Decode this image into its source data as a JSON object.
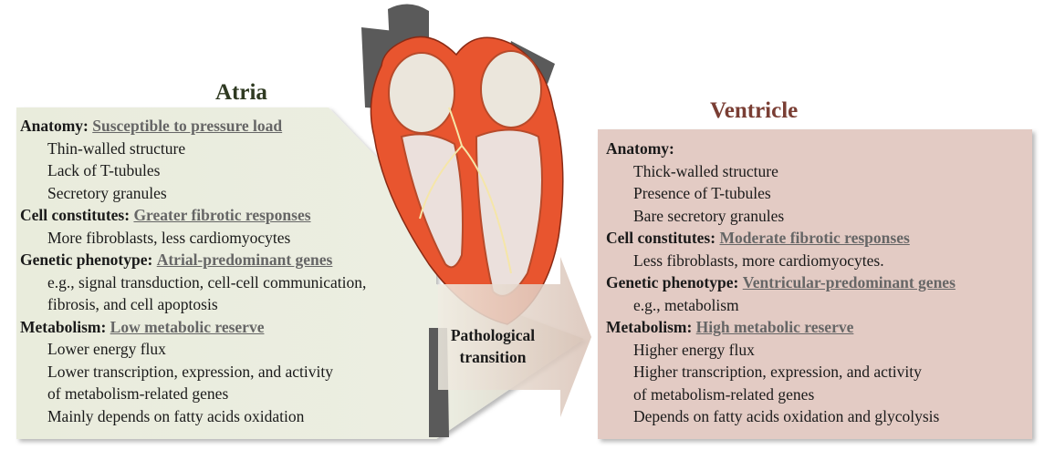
{
  "atria": {
    "title": "Atria",
    "sections": [
      {
        "label": "Anatomy:",
        "highlight": "Susceptible to pressure load",
        "items": [
          "Thin-walled structure",
          "Lack of T-tubules",
          "Secretory granules"
        ]
      },
      {
        "label": "Cell constitutes:",
        "highlight": "Greater fibrotic responses",
        "items": [
          "More fibroblasts, less cardiomyocytes"
        ]
      },
      {
        "label": "Genetic phenotype:",
        "highlight": "Atrial-predominant genes",
        "items": [
          "e.g., signal transduction, cell-cell communication,",
          "fibrosis, and cell apoptosis"
        ]
      },
      {
        "label": "Metabolism:",
        "highlight": "Low metabolic reserve",
        "items": [
          "Lower energy flux",
          "Lower transcription, expression, and activity",
          "of metabolism-related genes",
          "Mainly depends on fatty acids oxidation"
        ]
      }
    ]
  },
  "ventricle": {
    "title": "Ventricle",
    "sections": [
      {
        "label": "Anatomy:",
        "highlight": "",
        "items": [
          "Thick-walled structure",
          "Presence of T-tubules",
          "Bare secretory granules"
        ]
      },
      {
        "label": "Cell constitutes:",
        "highlight": "Moderate fibrotic responses",
        "items": [
          "Less fibroblasts, more cardiomyocytes."
        ]
      },
      {
        "label": "Genetic phenotype:",
        "highlight": "Ventricular-predominant genes",
        "items": [
          "e.g., metabolism"
        ]
      },
      {
        "label": "Metabolism:",
        "highlight": "High metabolic reserve",
        "items": [
          "Higher energy flux",
          "Higher transcription, expression, and activity",
          "of metabolism-related genes",
          "Depends on fatty acids oxidation and glycolysis"
        ]
      }
    ]
  },
  "transition": {
    "line1": "Pathological",
    "line2": "transition"
  },
  "colors": {
    "atria_fill": "#eef0e4",
    "ventricle_fill": "#e3cbc4",
    "heart_wall": "#e8552f",
    "vessel": "#5a5a5a"
  }
}
